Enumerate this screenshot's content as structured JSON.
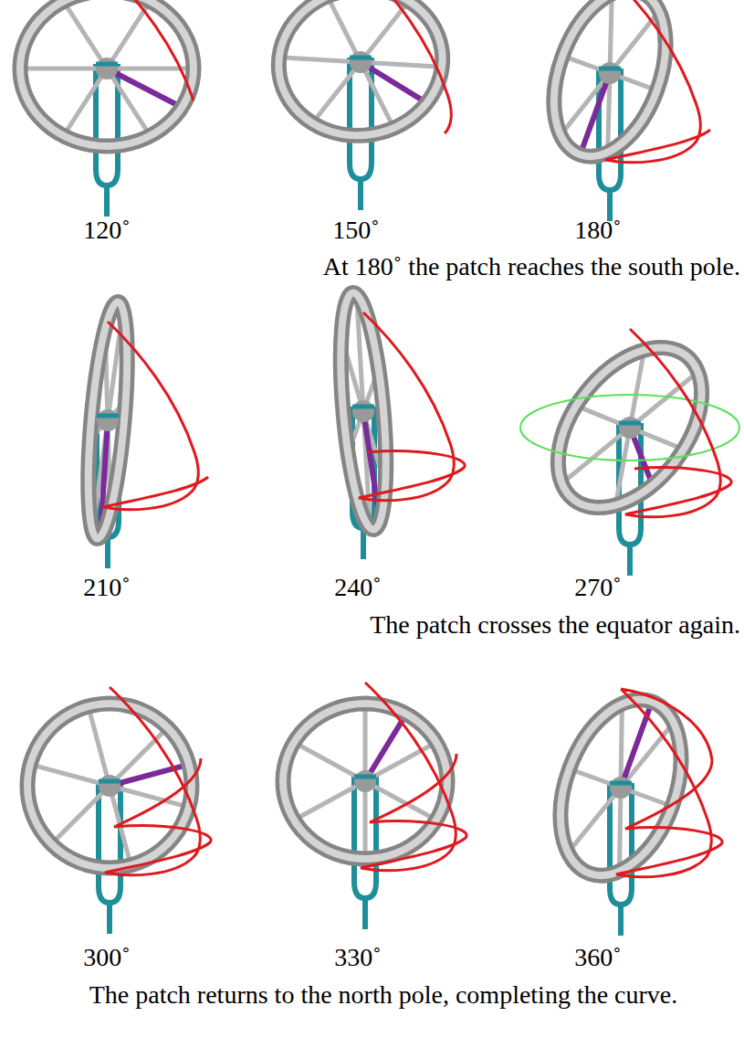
{
  "diagram": {
    "labels": [
      "120˚",
      "150˚",
      "180˚",
      "At 180˚ the patch reaches the south pole.",
      "210˚",
      "240˚",
      "270˚",
      "The patch crosses the equator again.",
      "300˚",
      "330˚",
      "360˚",
      "The patch returns to the north pole, completing the curve."
    ]
  }
}
